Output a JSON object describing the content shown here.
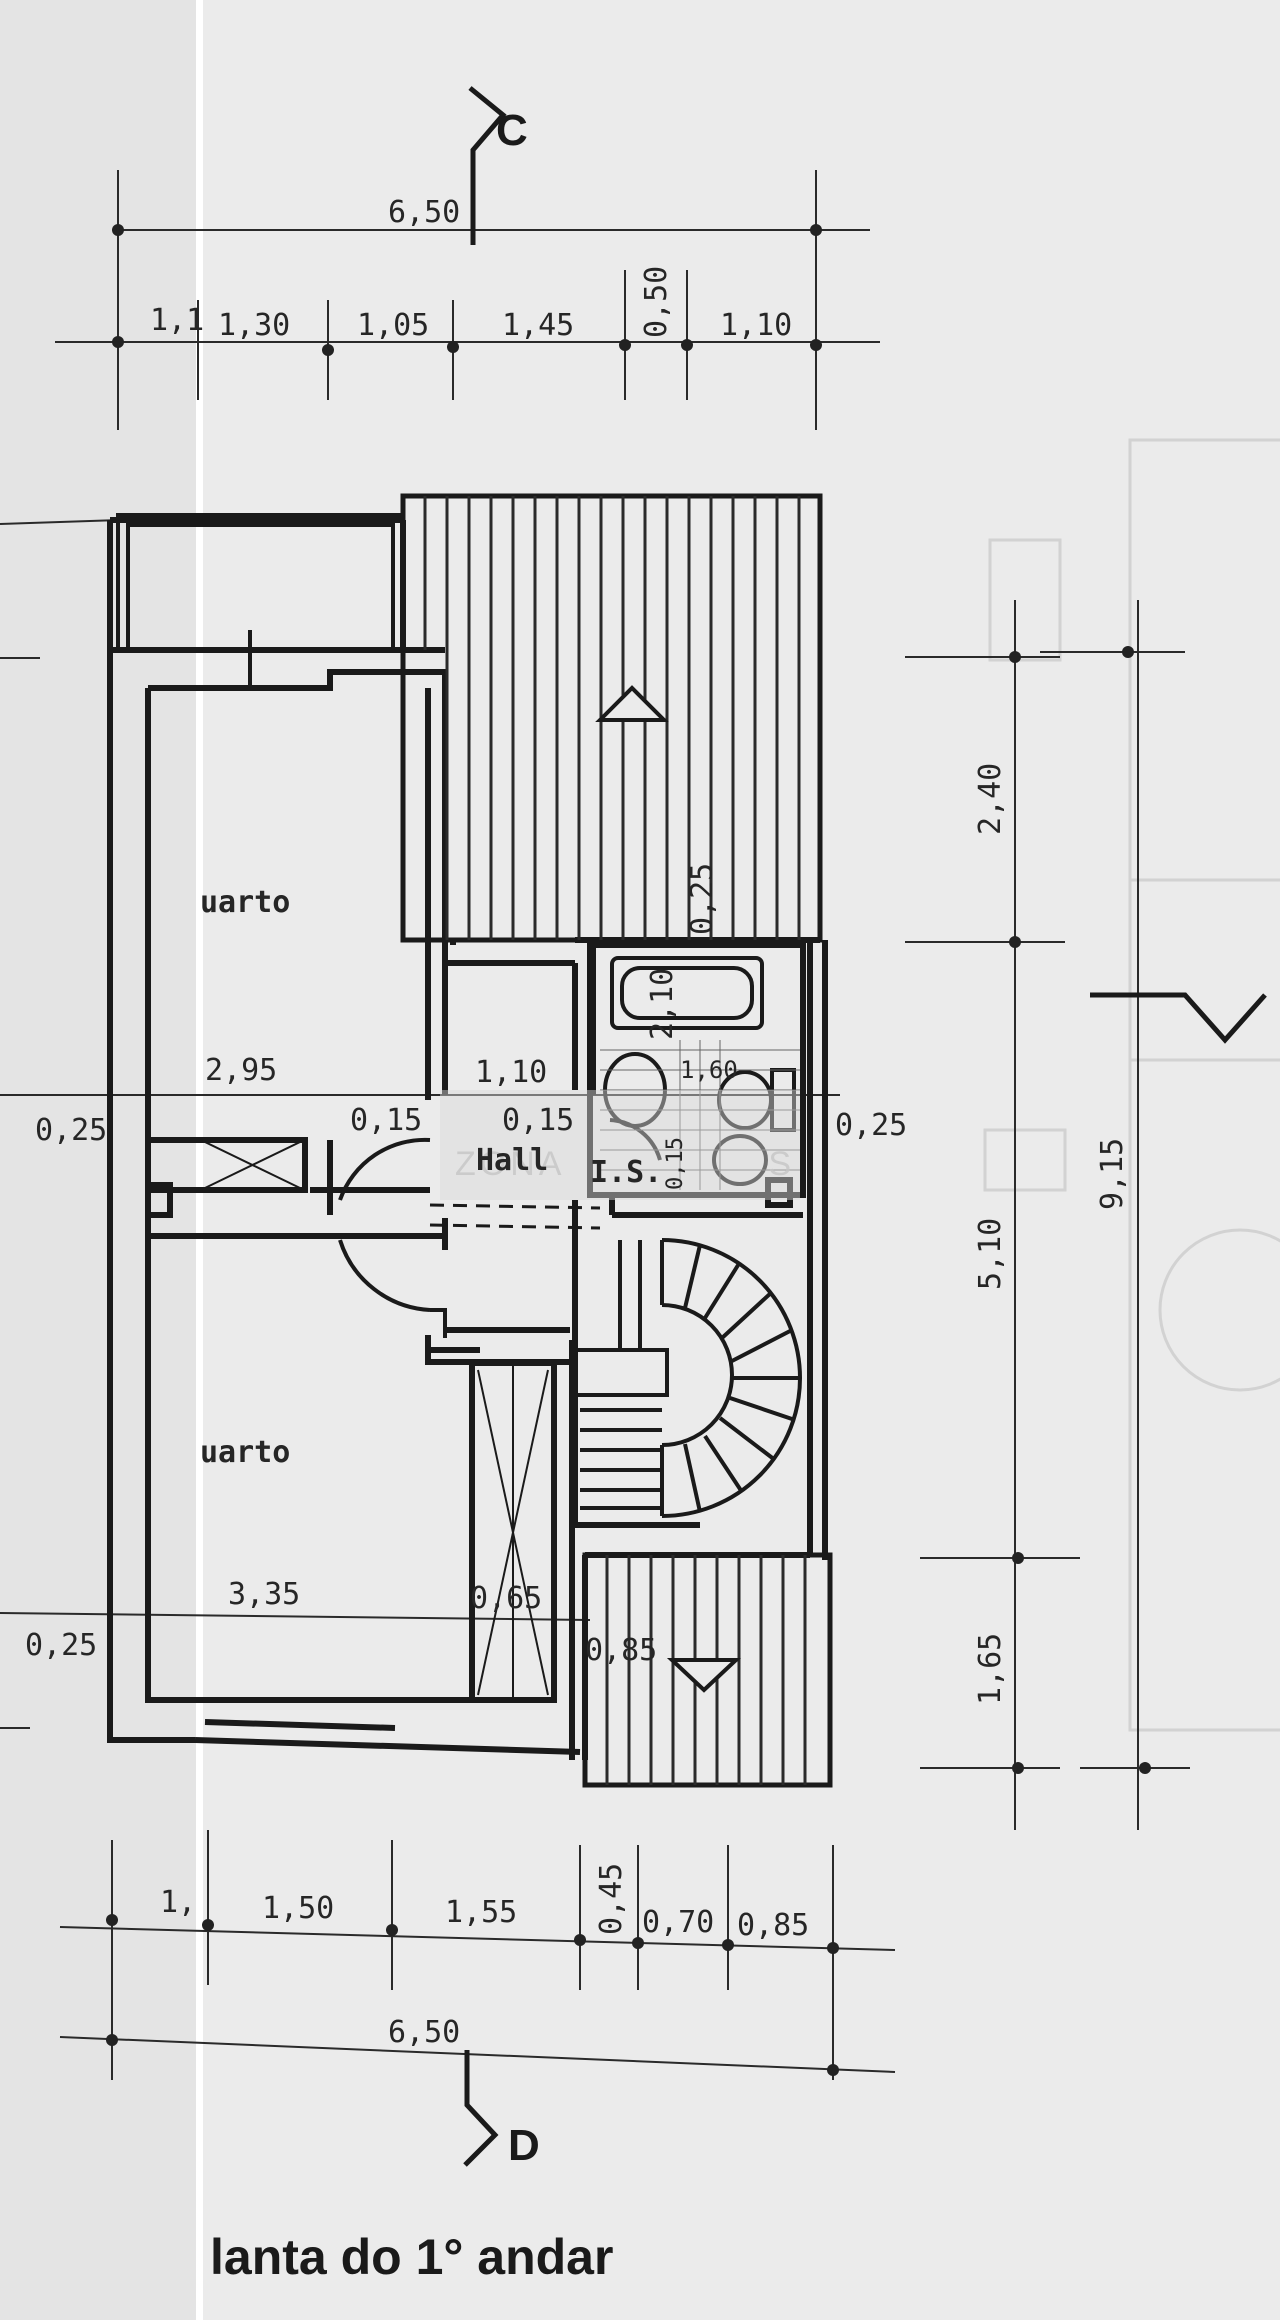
{
  "plan": {
    "title": "lanta do 1° andar",
    "watermark": "ZONA",
    "watermark_tail": "S",
    "section_top": "C",
    "section_bottom": "D",
    "rooms": {
      "upper_bedroom": "uarto",
      "lower_bedroom": "uarto",
      "hall": "Hall",
      "bathroom": "I.S."
    }
  },
  "dimensions": {
    "top_total": "6,50",
    "top_segments": [
      "1,1",
      "1,30",
      "1,05",
      "1,45",
      "0,50",
      "1,10"
    ],
    "bottom_total": "6,50",
    "bottom_segments": [
      "1,",
      "1,50",
      "1,55",
      "0,45",
      "0,70",
      "0,85"
    ],
    "right_segments": [
      "2,40",
      "5,10",
      "1,65"
    ],
    "right_total": "9,15",
    "upper_room_width": "2,95",
    "small_room_width": "1,10",
    "wall_left_1": "0,15",
    "wall_right_1": "0,15",
    "side_left_upper": "0,25",
    "side_right_upper": "0,25",
    "lower_room_width": "3,35",
    "side_left_lower": "0,25",
    "closet_depth": "0,65",
    "stair_wall": "0,85",
    "terrace_wall": "0,25",
    "bath_a": "2,10",
    "bath_b": "1,60",
    "bath_c": "0,15"
  },
  "colors": {
    "paper": "#ebebeb",
    "ink": "#262626",
    "fold": "#ffffff"
  }
}
